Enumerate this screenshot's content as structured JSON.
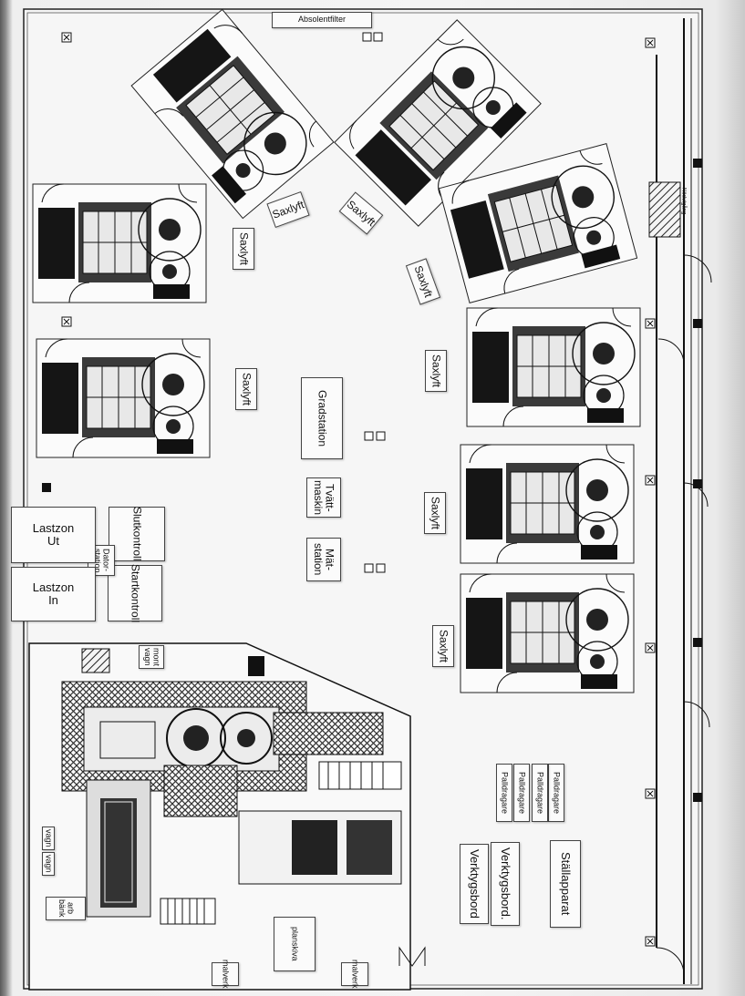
{
  "labels": {
    "absolute_filter": "Absolentfilter",
    "saxlyft": "Saxlyft",
    "gradstation": "Gradstation",
    "tvattmaskin": "Tvätt-\nmaskin",
    "matstation": "Mät-\nstation",
    "slutkontroll": "Slutkontroll",
    "startkontroll": "Startkontroll",
    "datorstation": "Dator-\nstation",
    "lastzon_ut": "Lastzon\nUt",
    "lastzon_in": "Lastzon\nIn",
    "palldragare": "Palldragare",
    "verktygsbord": "Verktygsbord",
    "verktygsbord2": "Verktygsbord.",
    "stallapparat": "Ställapparat",
    "planskiva": "planskiva",
    "mont_vagn": "mont\nvagn",
    "vagn": "vagn",
    "arb_bank": "arb bänk",
    "malverk": "malverk",
    "nodutgang": "Nödutgång"
  },
  "colors": {
    "ink": "#1a1a1a",
    "paper": "#f7f7f7",
    "hatch": "#2a2a2a"
  }
}
